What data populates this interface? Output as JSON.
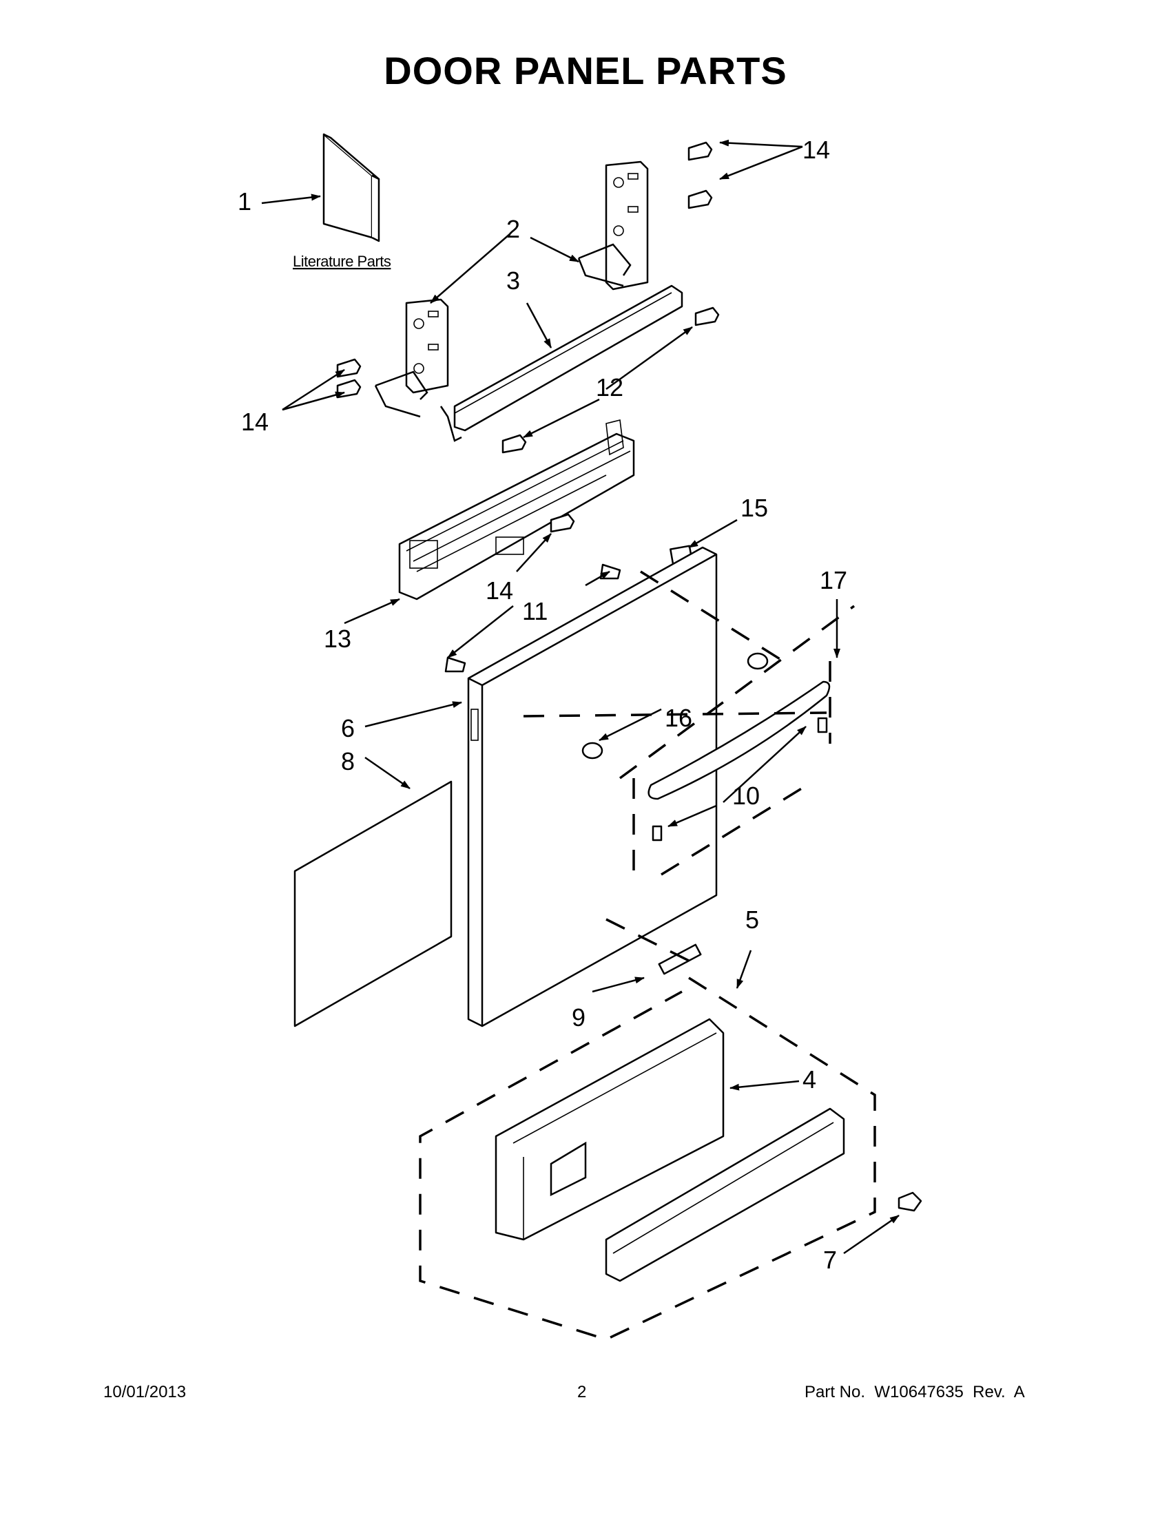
{
  "page": {
    "title": "DOOR PANEL PARTS",
    "footer_date": "10/01/2013",
    "footer_page": "2",
    "footer_part": "Part No.  W10647635  Rev.  A"
  },
  "callouts": {
    "c1": "1",
    "c2": "2",
    "c3": "3",
    "c4": "4",
    "c5": "5",
    "c6": "6",
    "c7": "7",
    "c8": "8",
    "c9": "9",
    "c10": "10",
    "c11": "11",
    "c12": "12",
    "c13": "13",
    "c14a": "14",
    "c14b": "14",
    "c14c": "14",
    "c15": "15",
    "c16": "16",
    "c17": "17"
  },
  "literature_label": "Literature Parts"
}
